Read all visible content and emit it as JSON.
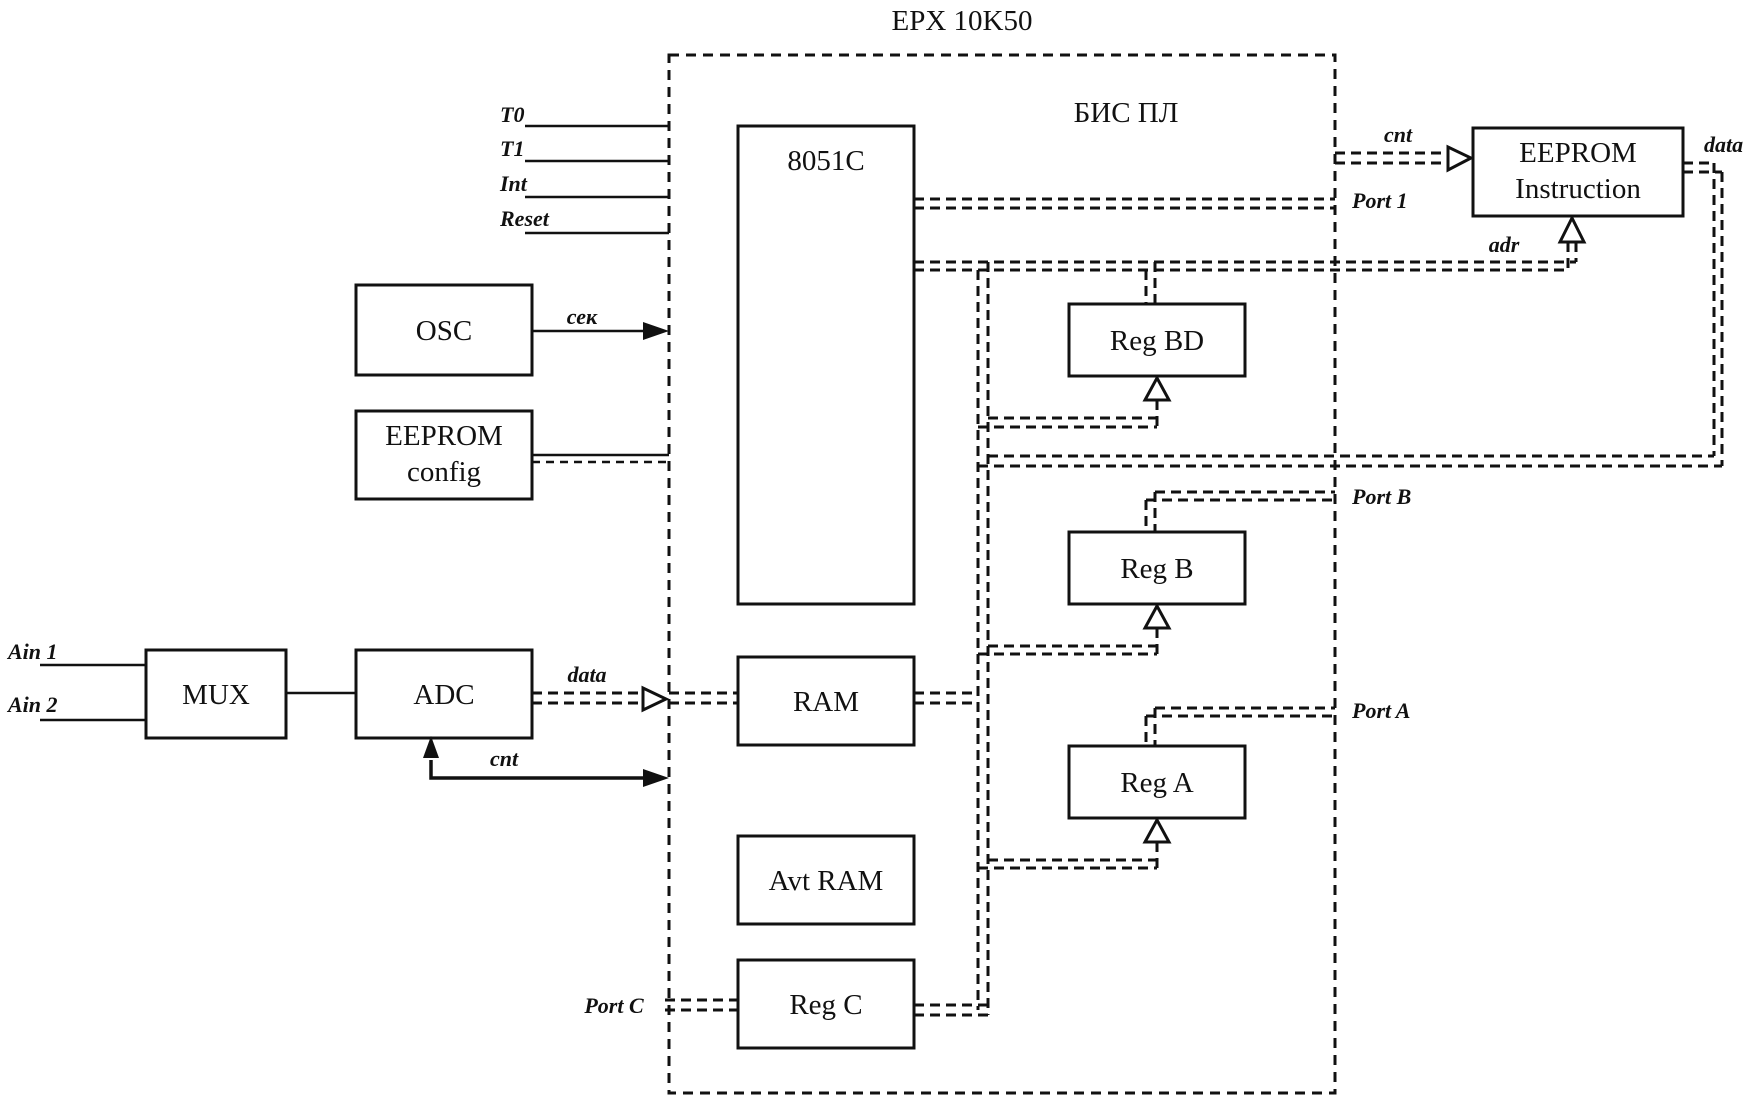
{
  "title": "EPX 10K50",
  "chip_label": "БИС ПЛ",
  "blocks": {
    "cpu": "8051C",
    "ram": "RAM",
    "avt_ram": "Avt RAM",
    "reg_c": "Reg C",
    "reg_bd": "Reg BD",
    "reg_b": "Reg B",
    "reg_a": "Reg A",
    "osc": "OSC",
    "eeprom_config_line1": "EEPROM",
    "eeprom_config_line2": "config",
    "adc": "ADC",
    "mux": "MUX",
    "eeprom_instr_line1": "EEPROM",
    "eeprom_instr_line2": "Instruction"
  },
  "signals": {
    "t0": "T0",
    "t1": "T1",
    "int": "Int",
    "reset": "Reset",
    "osc_out": "сек",
    "adc_data": "data",
    "adc_cnt": "cnt",
    "ain1": "Ain 1",
    "ain2": "Ain 2",
    "port_c": "Port C",
    "port_1": "Port 1",
    "port_b": "Port B",
    "port_a": "Port A",
    "eeprom_cnt": "cnt",
    "eeprom_adr": "adr",
    "eeprom_data": "data"
  }
}
